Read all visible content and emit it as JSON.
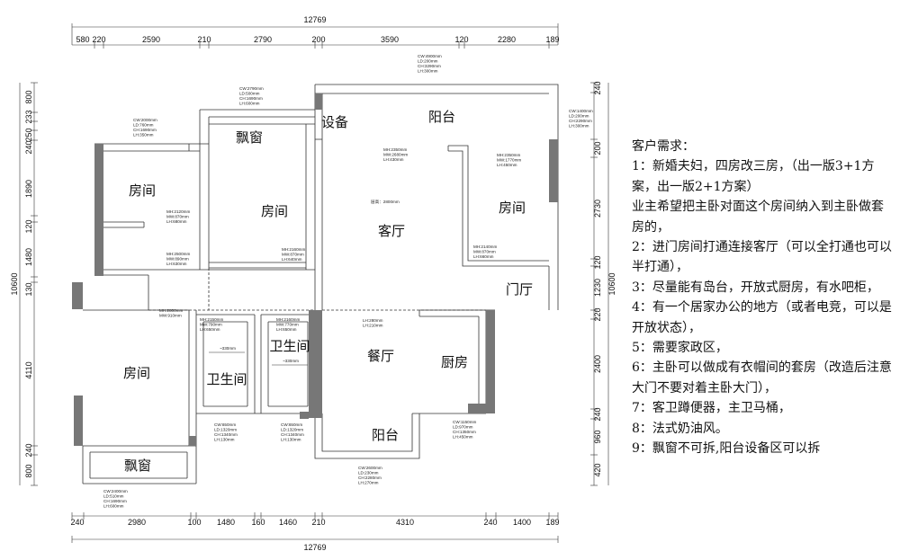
{
  "dims": {
    "total": "12769",
    "top": [
      "580",
      "220",
      "2590",
      "210",
      "2790",
      "200",
      "3590",
      "120",
      "2280",
      "189"
    ],
    "bottom": [
      "240",
      "2980",
      "100",
      "1480",
      "160",
      "1460",
      "210",
      "4310",
      "240",
      "1400",
      "189"
    ],
    "left": [
      "800",
      "233",
      "250",
      "240",
      "1890",
      "120",
      "1480",
      "130",
      "4110",
      "240",
      "800"
    ],
    "left_total": "10600",
    "right": [
      "240",
      "200",
      "2730",
      "120",
      "1230",
      "220",
      "2400",
      "240",
      "960",
      "420"
    ],
    "right_total": "10600"
  },
  "rooms": {
    "bay_top": "飘窗",
    "room_left_upper": "房间",
    "room_mid": "房间",
    "living": "客厅",
    "equipment": "设备",
    "balcony_top": "阳台",
    "room_right": "房间",
    "foyer": "门厅",
    "room_left_lower": "房间",
    "bath_left": "卫生间",
    "bath_mid": "卫生间",
    "dining": "餐厅",
    "kitchen": "厨房",
    "balcony_bottom": "阳台",
    "bay_bottom": "飘窗"
  },
  "notes_small": {
    "n1": [
      "CW:2000mm",
      "LD:760mm",
      "CH:1690mm",
      "LH:350mm"
    ],
    "n2": [
      "CW:2790mm",
      "LD:500mm",
      "CH:1690mm",
      "LH:600mm"
    ],
    "n3": [
      "CW:4900mm",
      "LD:200mm",
      "CH:3290mm",
      "LH:300mm"
    ],
    "n4": [
      "CW:1400mm",
      "LD:200mm",
      "CH:2290mm",
      "LH:300mm"
    ],
    "n5": [
      "MH:2120mm",
      "MW:870mm",
      "LH:680mm"
    ],
    "n6": [
      "MH:2500mm",
      "MW:890mm",
      "LH:630mm"
    ],
    "n7": [
      "MH:2160mm",
      "MW:870mm",
      "LH:640mm"
    ],
    "n8": [
      "MH:2350mm",
      "MW:2680mm",
      "LH:430mm"
    ],
    "n9": [
      "MH:2350mm",
      "MW:1770mm",
      "LH:450mm"
    ],
    "n10": [
      "MH:2140mm",
      "MW:870mm",
      "LH:660mm"
    ],
    "n11": [
      "MH:2800mm",
      "MW:910mm"
    ],
    "n12": [
      "MH:2150mm",
      "MW:790mm",
      "LH:650mm"
    ],
    "n13": [
      "MH:2160mm",
      "MW:770mm",
      "LH:650mm"
    ],
    "n14": [
      "LH:280mm",
      "LH:210mm"
    ],
    "n15": [
      "CW:650mm",
      "LD:1320mm",
      "CH:1340mm",
      "LH:130mm"
    ],
    "n16": [
      "CW:650mm",
      "LD:1320mm",
      "CH:1340mm",
      "LH:130mm"
    ],
    "n17": [
      "CW:1150mm",
      "LD:970mm",
      "CH:1350mm",
      "LH:450mm"
    ],
    "n18": [
      "CW:2600mm",
      "LD:230mm",
      "CH:2280mm",
      "LH:270mm"
    ],
    "n19": [
      "CW:2400mm",
      "LD:510mm",
      "CH:1690mm",
      "LH:600mm"
    ],
    "ceiling": "层高：2800mm",
    "drop1": "~330mm",
    "drop2": "~330mm"
  },
  "requirements": {
    "title": "客户需求：",
    "lines": [
      "1：新婚夫妇，四房改三房，（出一版3+1方案，出一版2+1方案）",
      "业主希望把主卧对面这个房间纳入到主卧做套房的，",
      "2：进门房间打通连接客厅（可以全打通也可以半打通），",
      "3：尽量能有岛台，开放式厨房，有水吧柜，",
      "4：有一个居家办公的地方（或者电竞，可以是开放状态），",
      "5：需要家政区，",
      "6：主卧可以做成有衣帽间的套房（改造后注意大门不要对着主卧大门），",
      "7：客卫蹲便器，主卫马桶，",
      "8：法式奶油风。",
      "9：飘窗不可拆,阳台设备区可以拆"
    ]
  }
}
